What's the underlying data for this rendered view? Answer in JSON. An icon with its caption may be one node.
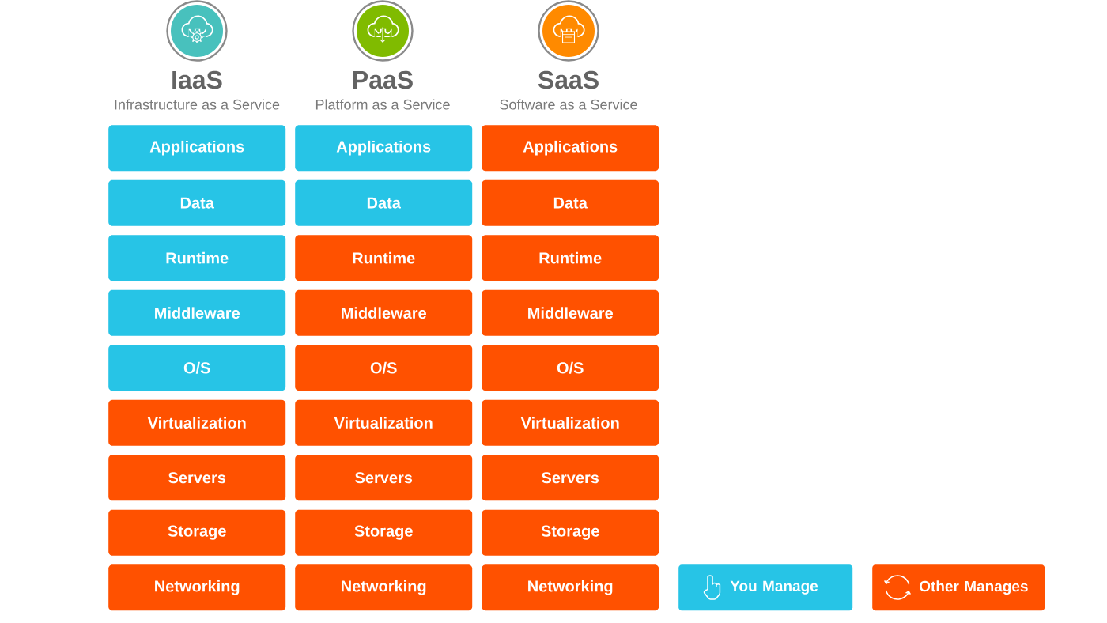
{
  "diagram": {
    "nodes": [
      {
        "text": [
          "Applications"
        ]
      },
      {
        "text": [
          "Applications"
        ]
      },
      {
        "text": [
          "Applications"
        ]
      },
      {
        "text": [
          "Data"
        ]
      },
      {
        "text": [
          "Data"
        ]
      },
      {
        "text": [
          "Data"
        ]
      },
      {
        "text": [
          "Runtime"
        ]
      },
      {
        "text": [
          "Runtime"
        ]
      },
      {
        "text": [
          "Runtime"
        ]
      },
      {
        "text": [
          "Middleware"
        ]
      },
      {
        "text": [
          "Middleware"
        ]
      },
      {
        "text": [
          "Middleware"
        ]
      },
      {
        "text": [
          "O/S"
        ]
      },
      {
        "text": [
          "O/S"
        ]
      },
      {
        "text": [
          "O/S"
        ]
      },
      {
        "text": [
          "Virtualization"
        ]
      },
      {
        "text": [
          "Virtualization"
        ]
      },
      {
        "text": [
          "Virtualization"
        ]
      },
      {
        "text": [
          "Servers"
        ]
      },
      {
        "text": [
          "Servers"
        ]
      },
      {
        "text": [
          "Servers"
        ]
      },
      {
        "text": [
          "Storage"
        ]
      },
      {
        "text": [
          "Storage"
        ]
      },
      {
        "text": [
          "Storage"
        ]
      },
      {
        "text": [
          "Networking"
        ]
      },
      {
        "text": [
          "Networking"
        ]
      },
      {
        "text": [
          "Networking"
        ]
      }
    ],
    "labels": [
      "IaaS",
      "Infrastructure as a Service",
      "PaaS",
      "Platform as a Service",
      "SaaS",
      "Software as a Service"
    ],
    "legend": [
      {
        "text": "You Manage",
        "color": "#27c4e6"
      },
      {
        "text": "Other Manages",
        "color": "#ff5100"
      }
    ]
  }
}
